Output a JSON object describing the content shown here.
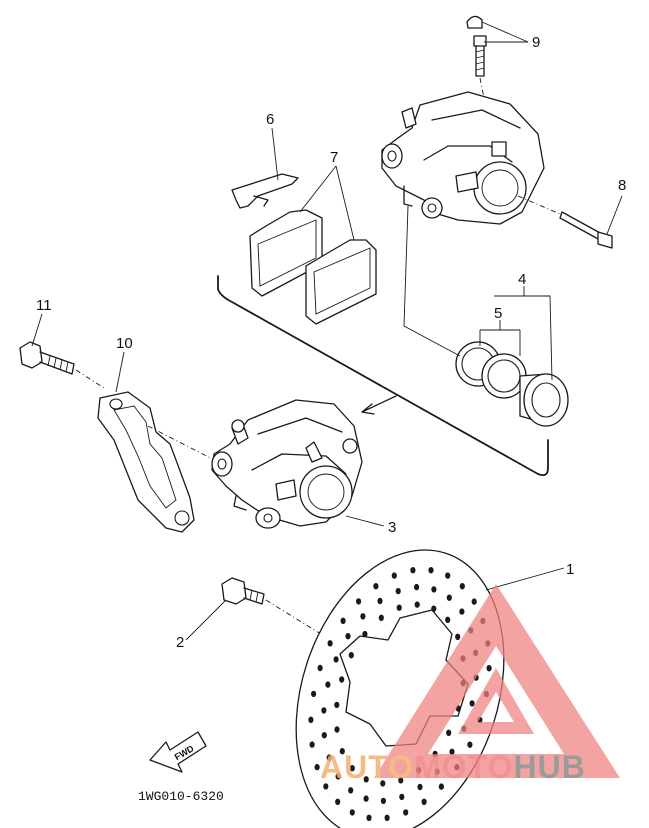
{
  "callouts": {
    "c1": "1",
    "c2": "2",
    "c3": "3",
    "c4": "4",
    "c5": "5",
    "c6": "6",
    "c7": "7",
    "c8": "8",
    "c9": "9",
    "c10": "10",
    "c11": "11"
  },
  "drawing_code": "1WG010-6320",
  "fwd_label": "FWD",
  "watermark": {
    "part1": "AUTO",
    "part2": "MOTO",
    "part3": "HUB",
    "color_primary": "#f08080",
    "color_secondary": "#8a8a8a"
  }
}
